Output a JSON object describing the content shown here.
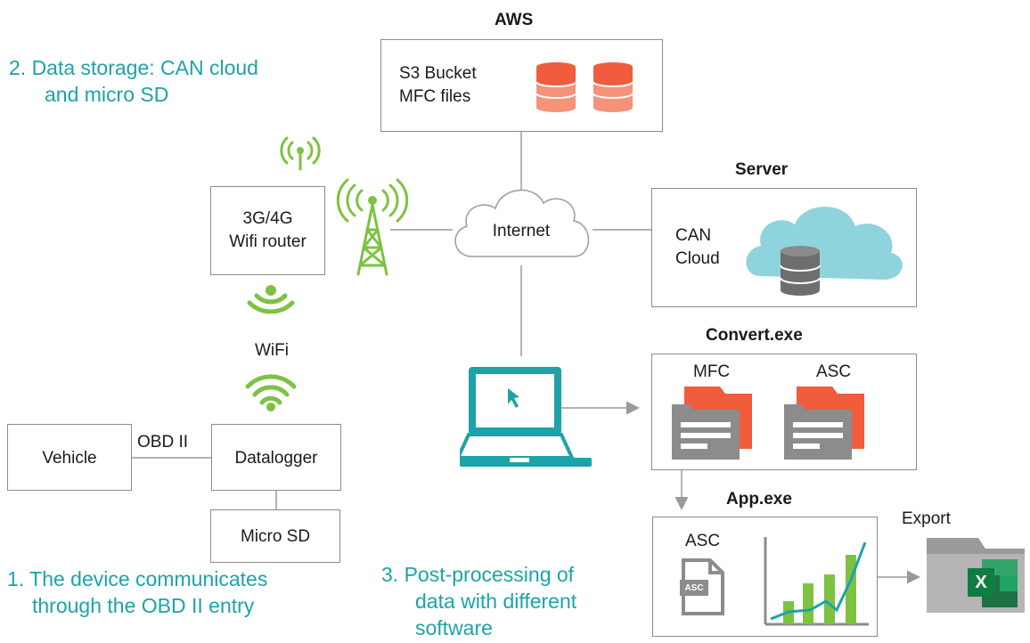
{
  "steps": {
    "step2": {
      "line1": "2. Data storage: CAN cloud",
      "line2": "and micro SD"
    },
    "step1": {
      "line1": "1. The device communicates",
      "line2": "through the OBD II entry"
    },
    "step3": {
      "line1": "3. Post-processing of",
      "line2": "data with different",
      "line3": "software"
    }
  },
  "aws": {
    "title": "AWS",
    "line1": "S3 Bucket",
    "line2": "MFC files"
  },
  "server": {
    "title": "Server",
    "line1": "CAN",
    "line2": "Cloud"
  },
  "router": {
    "line1": "3G/4G",
    "line2": "Wifi router"
  },
  "internet": {
    "label": "Internet"
  },
  "wifi": {
    "label": "WiFi"
  },
  "vehicle": {
    "label": "Vehicle"
  },
  "obd": {
    "label": "OBD II"
  },
  "datalogger": {
    "label": "Datalogger"
  },
  "microsd": {
    "label": "Micro SD"
  },
  "convert": {
    "title": "Convert.exe",
    "mfc": "MFC",
    "asc": "ASC"
  },
  "app": {
    "title": "App.exe",
    "asc": "ASC",
    "file_badge": "ASC"
  },
  "export": {
    "label": "Export",
    "excel_letter": "X"
  },
  "icons": {
    "database": "database-icon",
    "antenna": "antenna-icon",
    "tower": "cell-tower-icon",
    "cloud": "cloud-icon",
    "laptop": "laptop-icon",
    "folder": "folder-icon",
    "chart": "chart-icon",
    "excel": "excel-icon"
  },
  "colors": {
    "teal": "#1ca3a8",
    "green": "#7dc242",
    "orange": "#ef5d3c",
    "salmon": "#f4927a",
    "gray": "#8c8c8c",
    "cloudblue": "#8fd3dc"
  }
}
